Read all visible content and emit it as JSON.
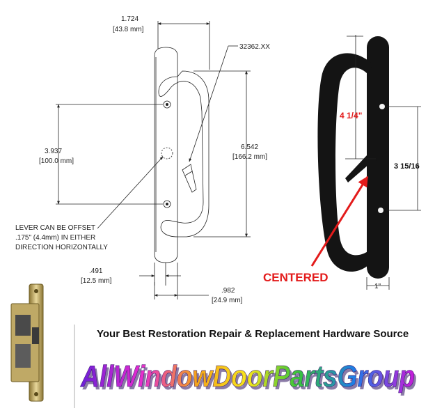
{
  "drawing": {
    "width_in": "1.724",
    "width_mm": "[43.8 mm]",
    "part_number": "32362.XX",
    "hole_spacing_in": "3.937",
    "hole_spacing_mm": "[100.0 mm]",
    "length_in": "6.542",
    "length_mm": "[166.2 mm]",
    "note_lines": [
      "LEVER CAN BE OFFSET",
      ".175\" (4.4mm) IN EITHER",
      "DIRECTION HORIZONTALLY"
    ],
    "depth_in": ".491",
    "depth_mm": "[12.5 mm]",
    "base_in": ".982",
    "base_mm": "[24.9 mm]"
  },
  "photo": {
    "grip_label": "4 1/4\"",
    "holes_label": "3 15/16",
    "width_label": "1\"",
    "centered_label": "CENTERED",
    "handle_color": "#141414",
    "accent_color": "#e31b1b"
  },
  "banner": {
    "tagline": "Your Best Restoration Repair & Replacement Hardware Source",
    "brand": "AllWindowDoorPartsGroup"
  }
}
